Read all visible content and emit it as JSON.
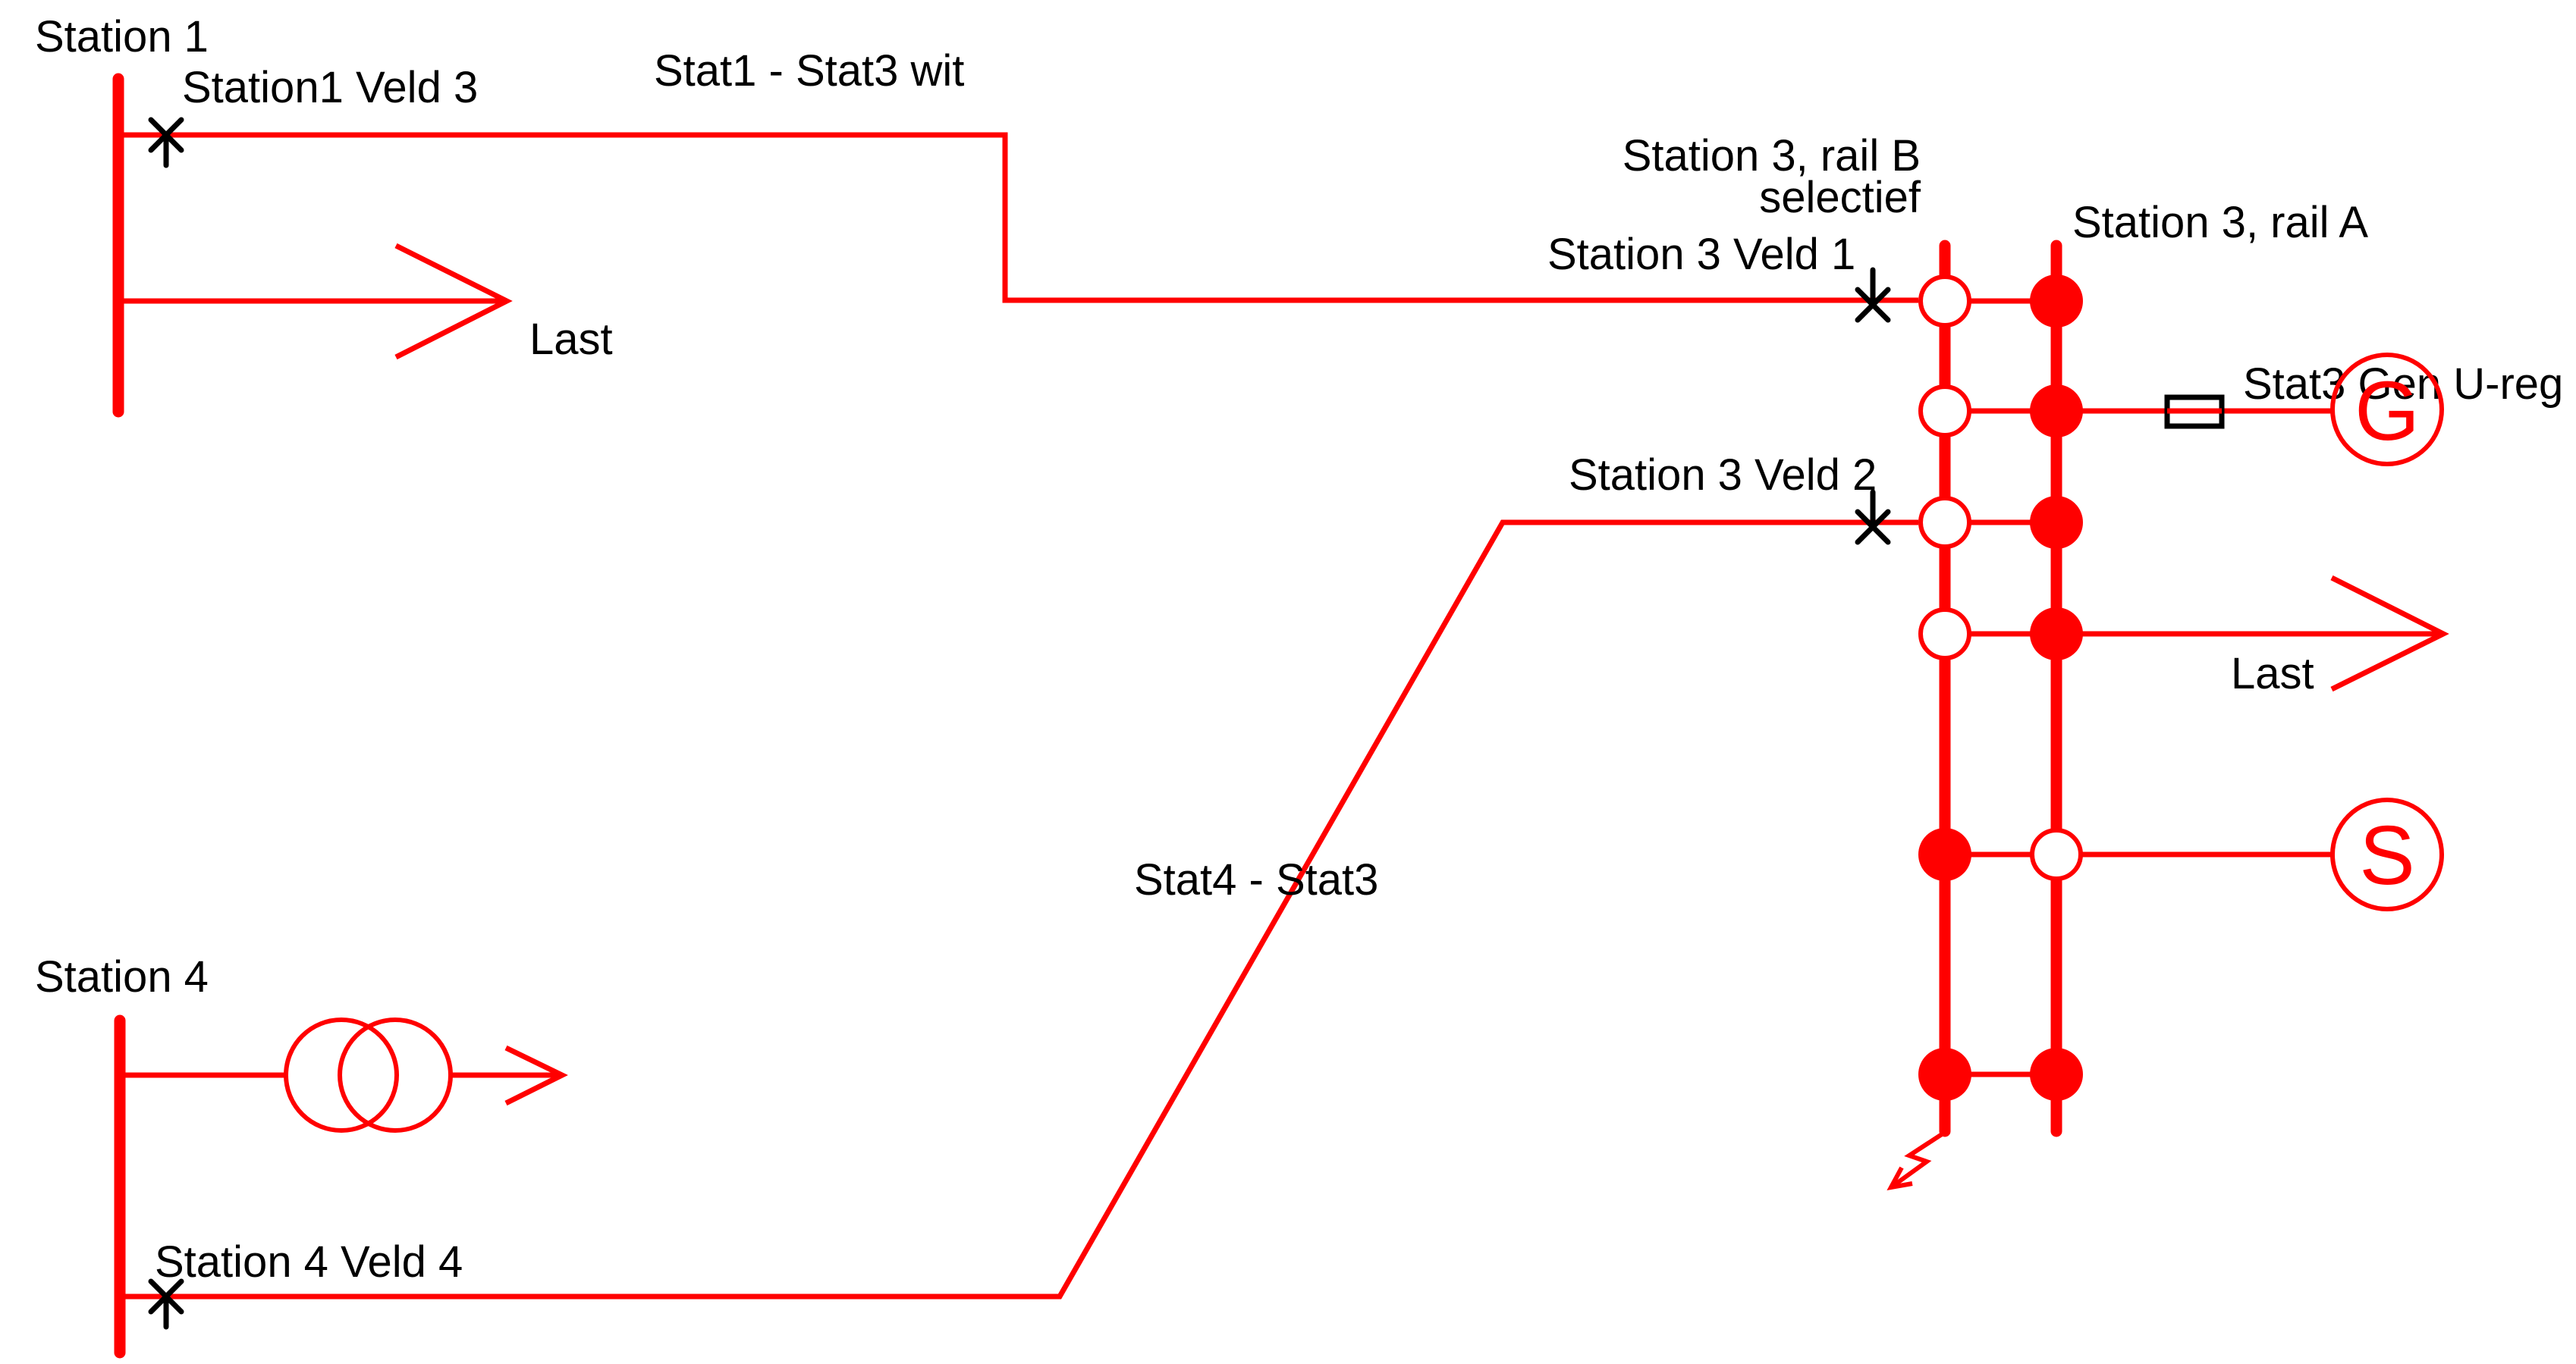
{
  "colors": {
    "network": "#ff0000",
    "breaker": "#000000",
    "text": "#000000",
    "background": "#ffffff"
  },
  "stations": {
    "station1": {
      "title": "Station 1",
      "field_label": "Station1 Veld 3",
      "load_label": "Last"
    },
    "station3": {
      "rail_b_label_line1": "Station 3, rail B",
      "rail_b_label_line2": "selectief",
      "rail_a_label": "Station 3, rail A",
      "field1_label": "Station 3 Veld 1",
      "field2_label": "Station 3 Veld 2",
      "generator_label": "Stat3 Gen U-reg",
      "generator_symbol": "G",
      "motor_symbol": "S",
      "load_label": "Last",
      "node_states": [
        {
          "row": "veld-1",
          "rail_b": "open",
          "rail_a": "closed"
        },
        {
          "row": "generator",
          "rail_b": "open",
          "rail_a": "closed"
        },
        {
          "row": "veld-2",
          "rail_b": "open",
          "rail_a": "closed"
        },
        {
          "row": "load",
          "rail_b": "open",
          "rail_a": "closed"
        },
        {
          "row": "synchronous",
          "rail_b": "closed",
          "rail_a": "open"
        },
        {
          "row": "coupler",
          "rail_b": "closed",
          "rail_a": "closed"
        }
      ]
    },
    "station4": {
      "title": "Station 4",
      "field_label": "Station 4 Veld 4"
    }
  },
  "connections": {
    "line_1_3": "Stat1 - Stat3 wit",
    "line_4_3": "Stat4 - Stat3"
  }
}
